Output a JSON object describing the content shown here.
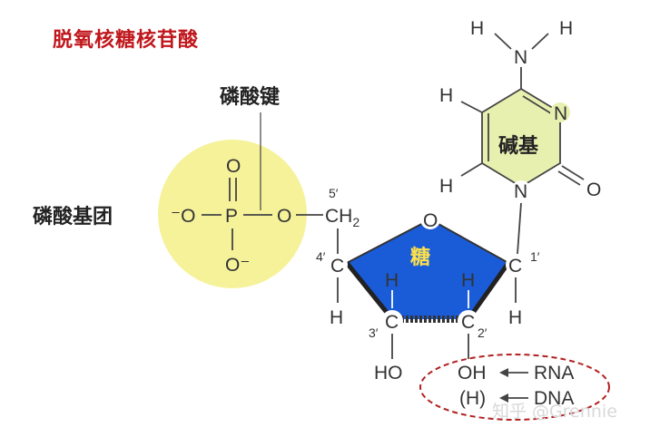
{
  "title": "脱氧核糖核苷酸",
  "labels": {
    "phosphodiester": "磷酸键",
    "phosphate_group": "磷酸基团",
    "base": "碱基",
    "sugar": "糖"
  },
  "phosphate": {
    "o_top": "O",
    "o_minus_left": "⁻O",
    "p": "P",
    "o_bridge": "O",
    "o_minus_bottom": "O⁻"
  },
  "sugar_atoms": {
    "ch2": "CH",
    "ch2_sub": "2",
    "c4": "C",
    "c1": "C",
    "c3": "C",
    "c2": "C",
    "o_ring": "O",
    "h_c4": "H",
    "h_c3": "H",
    "h_c2": "H",
    "h_c1": "H",
    "oh_c3": "HO",
    "oh_c2": "OH",
    "h_dna": "(H)"
  },
  "primes": {
    "p5": "5′",
    "p4": "4′",
    "p3": "3′",
    "p2": "2′",
    "p1": "1′"
  },
  "base_atoms": {
    "n_amine": "N",
    "h_amine_left": "H",
    "h_amine_right": "H",
    "n3": "N",
    "n1": "N",
    "o_carbonyl": "O",
    "h5": "H",
    "h6": "H"
  },
  "rna_label": "RNA",
  "dna_label": "DNA",
  "watermark": "知乎 @Grennie",
  "colors": {
    "title": "#c0161b",
    "phosphate_circle": "#f6f29a",
    "base_ring": "#e8f0b0",
    "sugar_fill": "#1a5cd8",
    "sugar_label": "#ffe14a",
    "ellipse": "#b32020"
  }
}
